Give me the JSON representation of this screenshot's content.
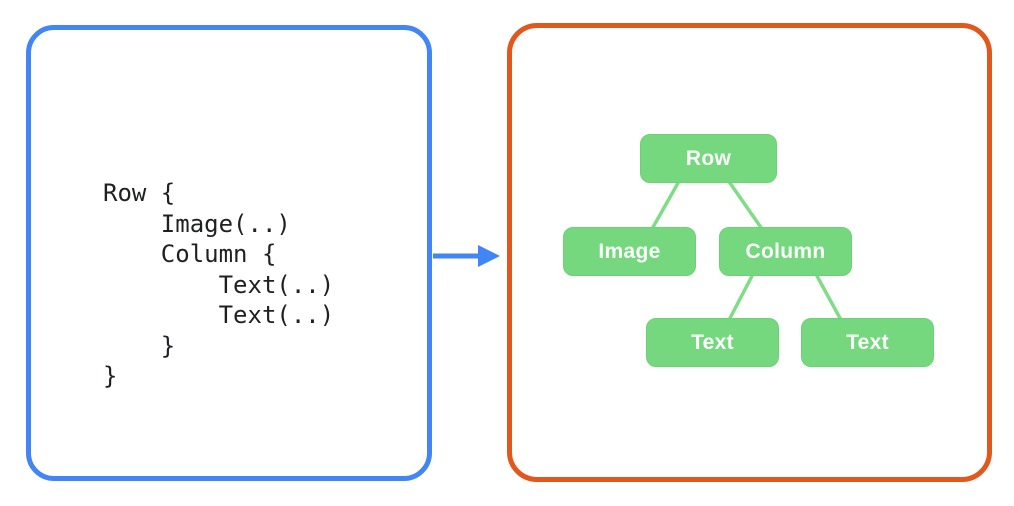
{
  "canvas": {
    "background": "#ffffff"
  },
  "code_panel": {
    "border_color": "#4285F4",
    "text_color": "#1f2023",
    "lines": [
      "Row {",
      "    Image(..)",
      "    Column {",
      "        Text(..)",
      "        Text(..)",
      "    }",
      "}"
    ]
  },
  "arrow": {
    "color": "#4285F4",
    "direction": "right"
  },
  "tree_panel": {
    "border_color": "#E2571B",
    "node_fill_color": "#76D87E",
    "node_text_color": "#fbfffb",
    "edge_color": "#81DC86",
    "nodes": [
      {
        "id": "row",
        "label": "Row"
      },
      {
        "id": "image",
        "label": "Image"
      },
      {
        "id": "column",
        "label": "Column"
      },
      {
        "id": "text-1",
        "label": "Text"
      },
      {
        "id": "text-2",
        "label": "Text"
      }
    ],
    "edges": [
      {
        "from": "row",
        "to": "image"
      },
      {
        "from": "row",
        "to": "column"
      },
      {
        "from": "column",
        "to": "text-1"
      },
      {
        "from": "column",
        "to": "text-2"
      }
    ]
  }
}
